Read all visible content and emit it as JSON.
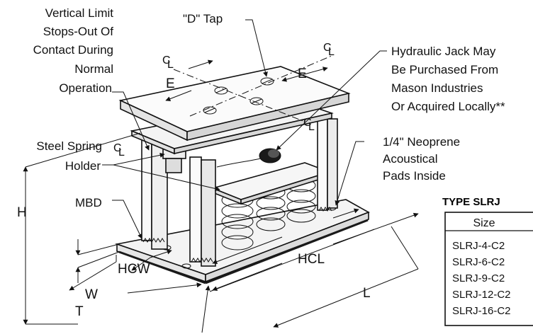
{
  "callouts": {
    "vertical_limit": [
      "Vertical Limit",
      "Stops-Out Of",
      "Contact During",
      "Normal",
      "Operation"
    ],
    "d_tap": "\"D\" Tap",
    "hydraulic_jack": [
      "Hydraulic Jack May",
      "Be Purchased From",
      "Mason Industries",
      "Or Acquired Locally**"
    ],
    "steel_spring": [
      "Steel Spring",
      "Holder"
    ],
    "neoprene": [
      "1/4\" Neoprene",
      "Acoustical",
      "Pads Inside"
    ],
    "mbd": "MBD"
  },
  "dimensions": {
    "e_top": "E",
    "e_right": "E",
    "h": "H",
    "hcw": "HCW",
    "hcl": "HCL",
    "w": "W",
    "l": "L",
    "t": "T"
  },
  "centerlines": [
    "C",
    "L"
  ],
  "table": {
    "title": "TYPE SLRJ",
    "header": "Size",
    "rows": [
      "SLRJ-4-C2",
      "SLRJ-6-C2",
      "SLRJ-9-C2",
      "SLRJ-12-C2",
      "SLRJ-16-C2"
    ]
  },
  "colors": {
    "line": "#111111",
    "plate_fill": "#f2f2f2",
    "base_stripe": "#1a1a1a"
  }
}
